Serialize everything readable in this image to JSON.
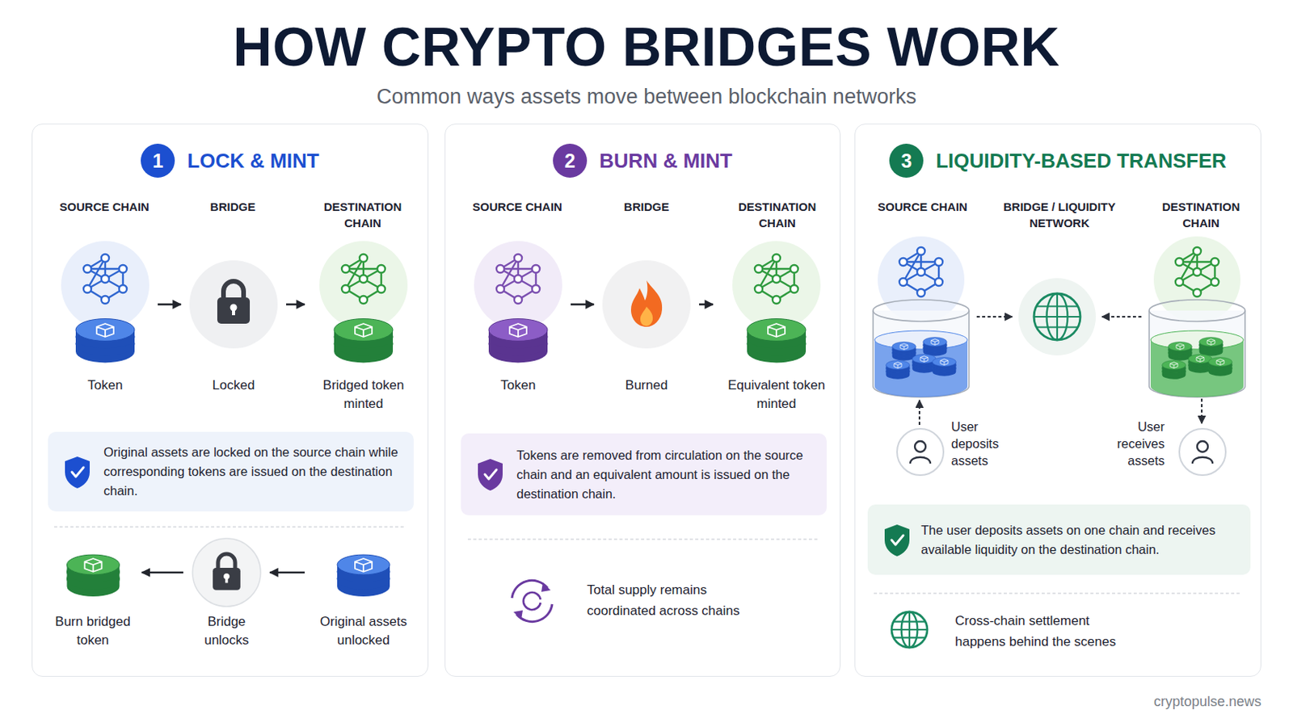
{
  "diagram": {
    "title": "HOW CRYPTO BRIDGES WORK",
    "nodes": [
      {
        "text": [
          "1",
          "LOCK & MINT"
        ]
      },
      {
        "text": [
          "Token"
        ],
        "in": 0
      },
      {
        "text": [
          "Locked"
        ],
        "in": 0
      },
      {
        "text": [
          "Bridged token minted"
        ],
        "in": 0
      },
      {
        "text": [
          "Original assets are locked on the source chain while corresponding tokens are issued on the destination chain."
        ],
        "in": 0
      },
      {
        "text": [
          "Burn bridged token"
        ],
        "in": 0
      },
      {
        "text": [
          "Bridge unlocks"
        ],
        "in": 0
      },
      {
        "text": [
          "Original assets unlocked"
        ],
        "in": 0
      },
      {
        "text": [
          "2",
          "BURN & MINT"
        ]
      },
      {
        "text": [
          "Token"
        ],
        "in": 8
      },
      {
        "text": [
          "Burned"
        ],
        "in": 8
      },
      {
        "text": [
          "Equivalent token minted"
        ],
        "in": 8
      },
      {
        "text": [
          "Tokens are removed from circulation on the source chain and an equivalent amount is issued on the destination chain."
        ],
        "in": 8
      },
      {
        "text": [
          "3",
          "LIQUIDITY-BASED TRANSFER"
        ]
      },
      {
        "text": [
          "User deposits assets"
        ],
        "in": 13
      },
      {
        "text": [
          "User receives assets"
        ],
        "in": 13
      },
      {
        "text": [
          "The user deposits assets on one chain and receives available liquidity on the destination chain."
        ],
        "in": 13
      }
    ],
    "edges": [
      {
        "from": 1,
        "to": 2,
        "arrow": "to"
      },
      {
        "from": 2,
        "to": 3,
        "arrow": "to"
      },
      {
        "from": 7,
        "to": 6,
        "arrow": "to"
      },
      {
        "from": 6,
        "to": 5,
        "arrow": "to"
      },
      {
        "from": 9,
        "to": 10,
        "arrow": "to"
      },
      {
        "from": 10,
        "to": 11,
        "arrow": "to"
      }
    ],
    "labels": [
      "Common ways assets move between blockchain networks",
      "SOURCE CHAIN",
      "BRIDGE",
      "DESTINATION CHAIN",
      "SOURCE CHAIN",
      "BRIDGE",
      "DESTINATION CHAIN",
      "SOURCE CHAIN",
      "BRIDGE / LIQUIDITY NETWORK",
      "DESTINATION CHAIN",
      "Total supply remains coordinated across chains",
      "Cross-chain settlement happens behind the scenes",
      "cryptopulse.news"
    ]
  }
}
